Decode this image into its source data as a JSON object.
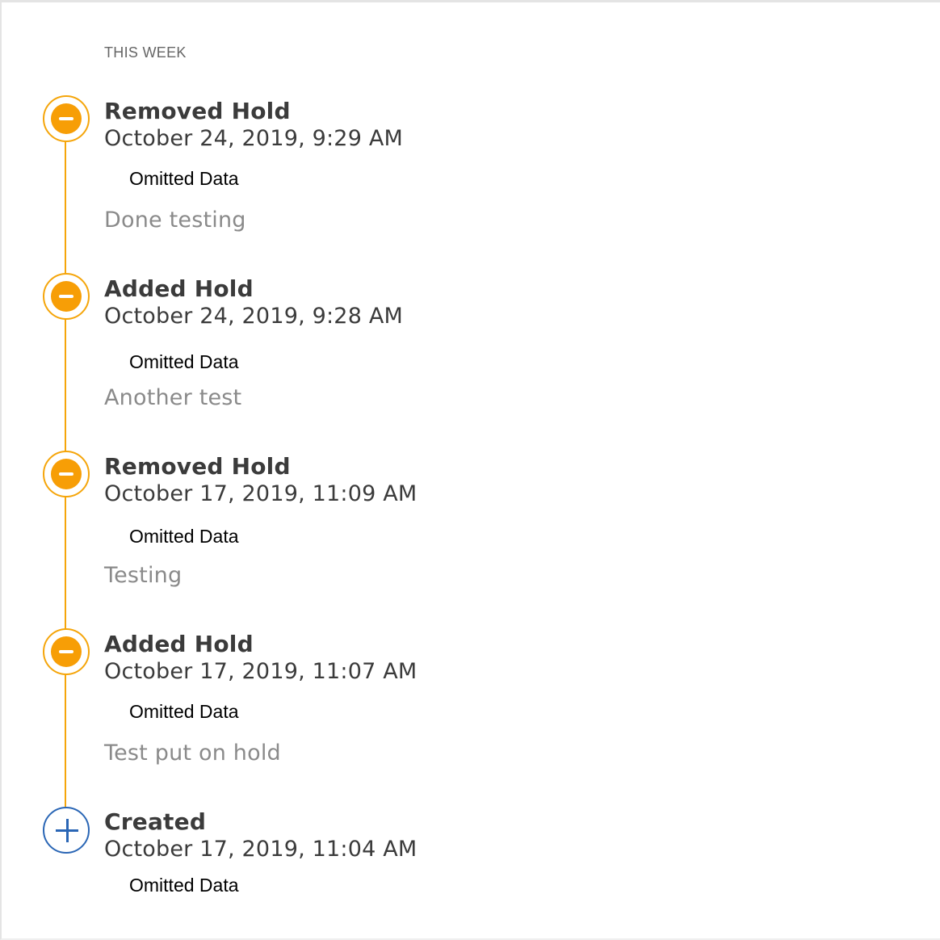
{
  "section_label": "THIS WEEK",
  "colors": {
    "hold_accent": "#f79e06",
    "timeline_line": "#f5a50a",
    "created_accent": "#2a66b5",
    "comment_text": "#8a8a8a"
  },
  "events": [
    {
      "type": "Removed Hold",
      "icon": "minus-circle-icon",
      "timestamp": "October 24, 2019, 9:29 AM",
      "detail": "Omitted Data",
      "comment": "Done testing"
    },
    {
      "type": "Added Hold",
      "icon": "minus-circle-icon",
      "timestamp": "October 24, 2019, 9:28 AM",
      "detail": "Omitted Data",
      "comment": "Another test"
    },
    {
      "type": "Removed Hold",
      "icon": "minus-circle-icon",
      "timestamp": "October 17, 2019, 11:09 AM",
      "detail": "Omitted Data",
      "comment": "Testing"
    },
    {
      "type": "Added Hold",
      "icon": "minus-circle-icon",
      "timestamp": "October 17, 2019, 11:07 AM",
      "detail": "Omitted Data",
      "comment": "Test put on hold"
    },
    {
      "type": "Created",
      "icon": "plus-circle-icon",
      "timestamp": "October 17, 2019, 11:04 AM",
      "detail": "Omitted Data"
    }
  ]
}
